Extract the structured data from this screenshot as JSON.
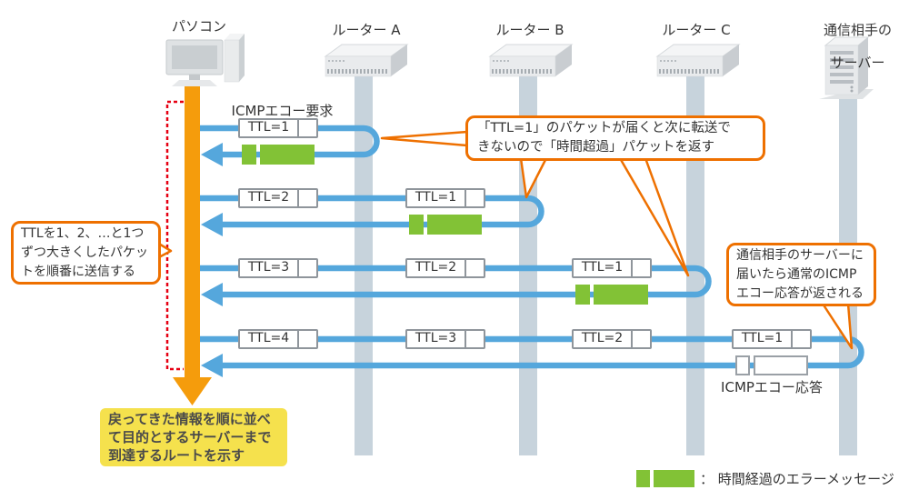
{
  "nodes": [
    {
      "label": "パソコン"
    },
    {
      "label": "ルーター A"
    },
    {
      "label": "ルーター B"
    },
    {
      "label": "ルーター C"
    },
    {
      "label_lines": [
        "通信相手の",
        "サーバー"
      ]
    }
  ],
  "flow_labels": {
    "echo_request": "ICMPエコー要求",
    "echo_reply": "ICMPエコー応答"
  },
  "exchanges": [
    {
      "packets": [
        "TTL=1"
      ],
      "return": "error"
    },
    {
      "packets": [
        "TTL=2",
        "TTL=1"
      ],
      "return": "error"
    },
    {
      "packets": [
        "TTL=3",
        "TTL=2",
        "TTL=1"
      ],
      "return": "error"
    },
    {
      "packets": [
        "TTL=4",
        "TTL=3",
        "TTL=2",
        "TTL=1"
      ],
      "return": "normal"
    }
  ],
  "callouts": {
    "time_exceeded": {
      "lines": [
        "「TTL=1」のパケットが届くと次に転送で",
        "きないので「時間超過」パケットを返す"
      ]
    },
    "send_sequence": {
      "lines": [
        "TTLを1、2、…と1つ",
        "ずつ大きくしたパケッ",
        "トを順番に送信する"
      ]
    },
    "normal_reply": {
      "lines": [
        "通信相手のサーバーに",
        "届いたら通常のICMP",
        "エコー応答が返される"
      ]
    }
  },
  "result_note": {
    "lines": [
      "戻ってきた情報を順に並べ",
      "て目的とするサーバーまで",
      "到達するルートを示す"
    ]
  },
  "legend": {
    "label": "： 時間経過のエラーメッセージ"
  },
  "colors": {
    "flow_blue": "#55A7DC",
    "lifeline_gray": "#C7D3DC",
    "error_green": "#82C236",
    "send_orange": "#F59C0C",
    "callout_orange": "#EE7000",
    "bracket_red": "#E60012",
    "note_yellow": "#F5E14D"
  }
}
